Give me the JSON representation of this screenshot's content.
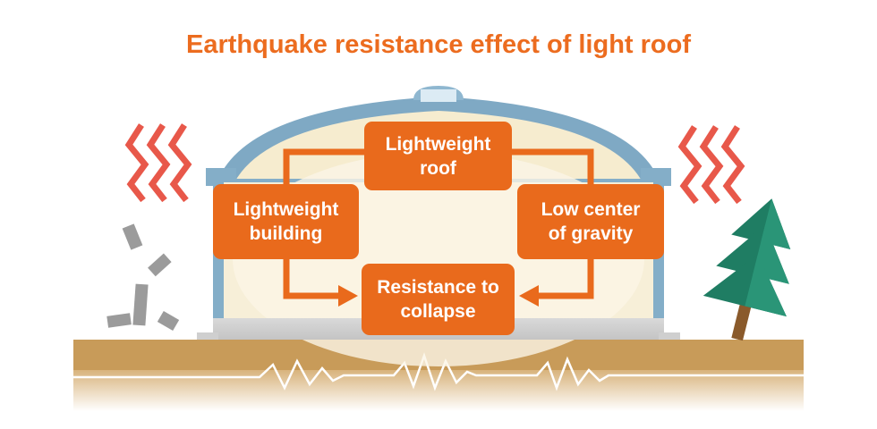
{
  "title": "Earthquake resistance effect of light roof",
  "boxes": {
    "roof": [
      "Lightweight",
      "roof"
    ],
    "building": [
      "Lightweight",
      "building"
    ],
    "gravity": [
      "Low center",
      "of gravity"
    ],
    "collapse": [
      "Resistance to",
      "collapse"
    ]
  },
  "colors": {
    "title": "#ec6c1f",
    "box": "#e96a1c",
    "building_frame": "#84aec8",
    "building_fill": "#f7efd8",
    "ground": "#c89b59",
    "shake_waves": "#e8584a",
    "tree": "#1f7d63",
    "debris": "#9b9b9b"
  }
}
